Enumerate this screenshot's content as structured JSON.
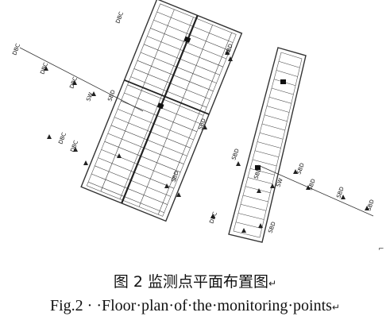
{
  "caption_cn": "图 2 监测点平面布置图",
  "caption_cn_mark": "↵",
  "caption_en": "Fig.2 · ·Floor·plan·of·the·monitoring·points",
  "caption_en_mark": "↵",
  "corner_mark": "⌐",
  "point_labels": {
    "dbc": "DBC",
    "sbd": "SBD",
    "sw": "SW"
  }
}
